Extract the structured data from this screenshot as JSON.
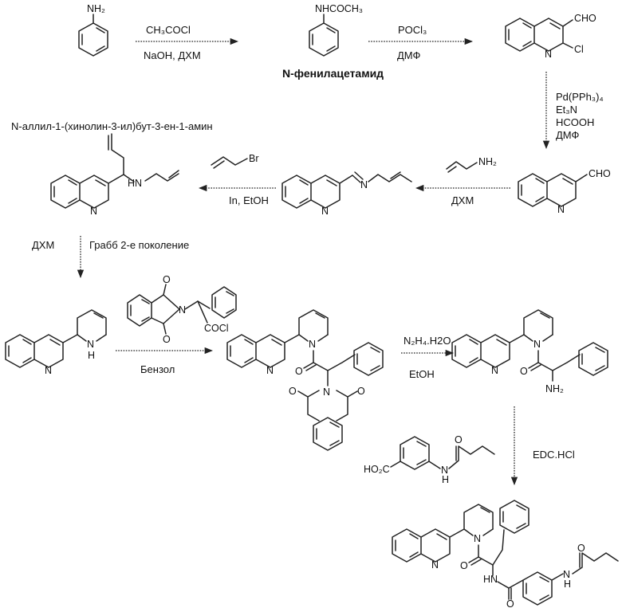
{
  "compounds": {
    "aniline": {
      "nh2": "NH₂"
    },
    "acetanilide": {
      "group": "NHCOCH₃",
      "name": "N-фенилацетамид"
    },
    "chloroquinoline": {
      "cho": "CHO",
      "n": "N",
      "cl": "Cl"
    },
    "quinoline_aldehyde": {
      "cho": "CHO",
      "n": "N"
    },
    "imine": {
      "n1": "N",
      "n2": "N"
    },
    "homoallyl_amine": {
      "name": "N-аллил-1-(хинолин-3-ил)бут-3-ен-1-амин",
      "n": "N",
      "nh": "N",
      "h": "H"
    },
    "tetrahydropyridine": {
      "n": "N",
      "nh": "N",
      "h": "H"
    },
    "acid_chloride": {
      "n": "N",
      "o1": "O",
      "o2": "O",
      "cocl": "COCl"
    },
    "phthalimide_amide": {
      "n1": "N",
      "n2": "N",
      "n3": "N",
      "o1": "O",
      "o2": "O",
      "o3": "O"
    },
    "amine_product": {
      "n1": "N",
      "n2": "N",
      "o": "O",
      "nh2": "NH₂"
    },
    "benzoic_acid": {
      "ho2c": "HO₂C",
      "nh": "N",
      "h": "H",
      "o": "O"
    },
    "final": {
      "n1": "N",
      "n2": "N",
      "o1": "O",
      "o2": "O",
      "o3": "O",
      "hn1": "HN",
      "hn2": "N",
      "h": "H"
    }
  },
  "reagents": {
    "step1_top": "CH₃COCl",
    "step1_bottom": "NaOH, ДХМ",
    "step2_top": "POCl₃",
    "step2_bottom": "ДМФ",
    "step3": [
      "Pd(PPh₃)₄",
      "Et₃N",
      "HCOOH",
      "ДМФ"
    ],
    "step4_amine": "NH₂",
    "step4_bottom": "ДХМ",
    "step5_br": "Br",
    "step5_bottom": "In, EtOH",
    "step6_left": "ДХМ",
    "step6_right": "Грабб 2-е поколение",
    "step7_bottom": "Бензол",
    "step8_top": "N₂H₄.H2O",
    "step8_bottom": "EtOH",
    "step9": "EDC.HCl"
  }
}
